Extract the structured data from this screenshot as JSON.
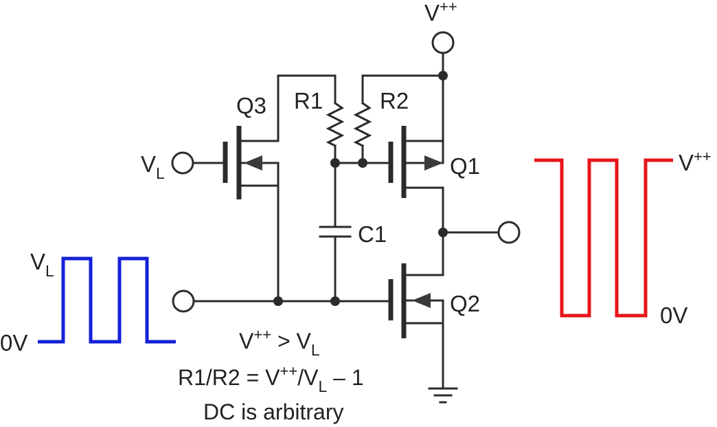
{
  "supply": {
    "base": "V",
    "sup": "++"
  },
  "transistors": {
    "q1": "Q1",
    "q2": "Q2",
    "q3": "Q3"
  },
  "resistors": {
    "r1": "R1",
    "r2": "R2"
  },
  "capacitor": {
    "c1": "C1"
  },
  "input": {
    "base": "V",
    "sub": "L"
  },
  "input_wave": {
    "high": {
      "base": "V",
      "sub": "L"
    },
    "low": "0V",
    "color": "#1520d8"
  },
  "output_wave": {
    "high": {
      "base": "V",
      "sup": "++"
    },
    "low": "0V",
    "color": "#e8141a"
  },
  "notes": {
    "line1": {
      "a": "V",
      "a_sup": "++",
      "b": " > V",
      "b_sub": "L"
    },
    "line2": {
      "a": "R1/R2 = V",
      "a_sup": "++",
      "b": "/V",
      "b_sub": "L",
      "c": " – 1"
    },
    "line3": "DC is arbitrary"
  }
}
